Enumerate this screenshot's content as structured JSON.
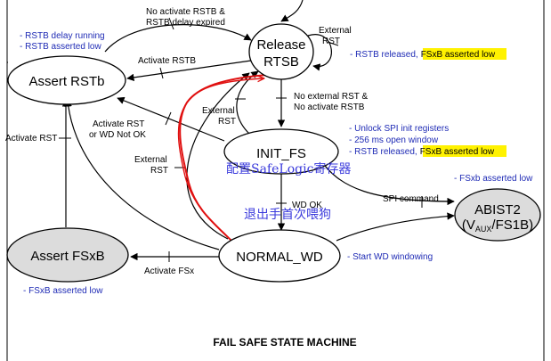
{
  "nodes": {
    "assert_rstb": "Assert RSTb",
    "release_rtsb_line1": "Release",
    "release_rtsb_line2": "RTSB",
    "init_fs": "INIT_FS",
    "normal_wd": "NORMAL_WD",
    "assert_fsxb": "Assert FSxB",
    "abist2_line1": "ABIST2",
    "abist2_v": "(V",
    "abist2_sub": "AUX",
    "abist2_rest": "/FS1B)"
  },
  "edges": {
    "top_l1": "No activate RSTB &",
    "top_l2": "RSTB delay expired",
    "external_rst_1": "External",
    "external_rst_1b": "RST",
    "activate_rstb": "Activate RSTB",
    "no_ext_l1": "No external RST &",
    "no_ext_l2": "No activate RSTB",
    "external_rst_2": "External",
    "external_rst_2b": "RST",
    "activate_rst_wd_l1": "Activate RST",
    "activate_rst_wd_l2": "or WD Not OK",
    "activate_rst_left": "Activate RST",
    "external_rst_3": "External",
    "external_rst_3b": "RST",
    "wd_ok": "WD OK",
    "spi_command": "SPI command",
    "activate_fsx": "Activate FSx"
  },
  "notes": {
    "rstb_delay": "- RSTB delay running",
    "rstb_asserted": "- RSTB asserted low",
    "rstb_released_a": "- RSTB released,",
    "rstb_released_hl": "FSxB asserted low",
    "unlock_spi": "- Unlock SPI init registers",
    "open_window": "- 256 ms open window",
    "rstb_released2_a": "- RSTB released,",
    "rstb_released2_hl": "FSxB asserted low",
    "fsxb_asserted_right": "- FSxb asserted low",
    "start_wd": "- Start WD windowing",
    "fsxb_asserted_left": "- FSxB asserted low"
  },
  "watermark": {
    "line1": "配置SafeLogic寄存器",
    "line2": "退出手首次喂狗"
  },
  "title": "FAIL SAFE STATE MACHINE",
  "colors": {
    "annotation_blue": "#1f2bb5",
    "highlight": "#fff200",
    "gray_fill": "#dcdcdc",
    "red_arrow": "#e01010",
    "cjk_text": "#3a3adc"
  }
}
